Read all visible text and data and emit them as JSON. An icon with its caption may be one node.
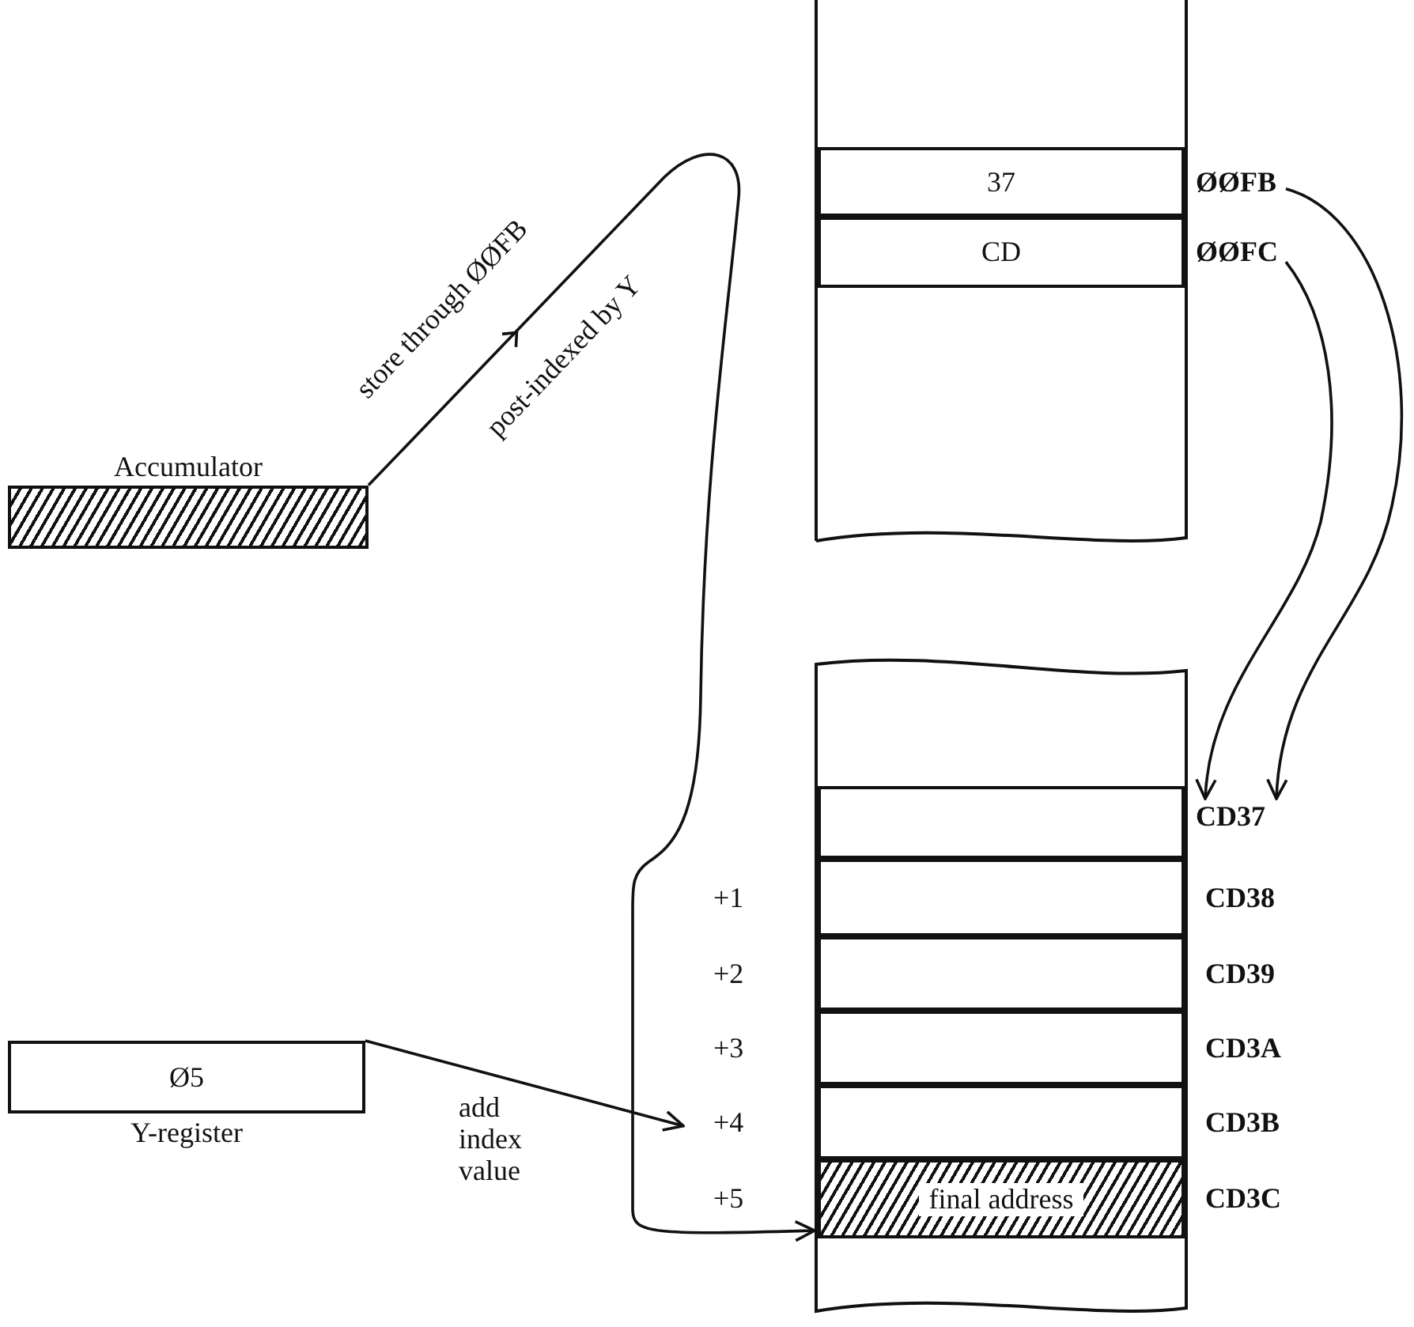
{
  "diagram": {
    "nodes": [
      {
        "text": [
          "Accumulator"
        ]
      },
      {
        "text": [],
        "shape": "box"
      },
      {
        "text": [
          "37"
        ],
        "in": 1
      },
      {
        "text": [
          "CD"
        ],
        "in": 1
      },
      {
        "text": [
          "ØØFB"
        ]
      },
      {
        "text": [
          "ØØFC"
        ]
      },
      {
        "text": [],
        "shape": "box"
      },
      {
        "text": [],
        "shape": "box",
        "in": 6
      },
      {
        "text": [
          "CD37"
        ]
      },
      {
        "text": [],
        "shape": "box",
        "in": 6,
        "beside": [
          "+1",
          "CD38"
        ]
      },
      {
        "text": [],
        "shape": "box",
        "in": 6,
        "beside": [
          "+2",
          "CD39"
        ]
      },
      {
        "text": [],
        "shape": "box",
        "in": 6,
        "beside": [
          "+3",
          "CD3A"
        ]
      },
      {
        "text": [],
        "shape": "box",
        "in": 6,
        "beside": [
          "+4",
          "CD3B"
        ]
      },
      {
        "text": [
          "final address"
        ],
        "in": 6,
        "beside": [
          "+5",
          "CD3C"
        ]
      },
      {
        "text": [
          "Ø5",
          "Y-register"
        ]
      }
    ],
    "edges": [
      {
        "from": 0,
        "to": 13,
        "arrow": "to",
        "label": "store through ØØFB"
      },
      {
        "from": 4,
        "to": 8,
        "arrow": "to"
      },
      {
        "from": 5,
        "to": 8,
        "arrow": "to"
      },
      {
        "from": 14,
        "to": 12,
        "arrow": "to",
        "label": "add index value"
      }
    ],
    "labels": [
      "post-indexed by Y"
    ]
  }
}
